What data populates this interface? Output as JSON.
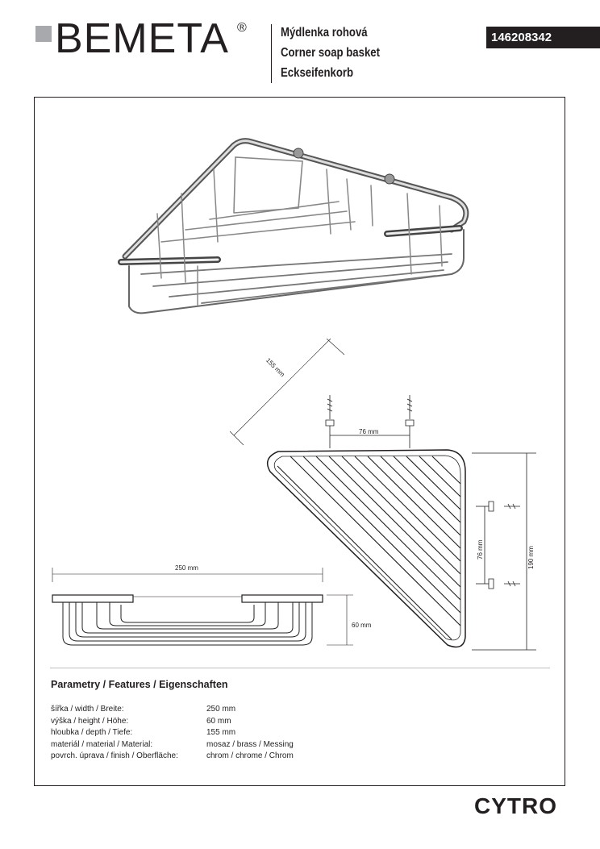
{
  "header": {
    "brand": "BEMETA",
    "registered_mark": "®",
    "title_cs": "Mýdlenka rohová",
    "title_en": "Corner soap basket",
    "title_de": "Eckseifenkorb",
    "product_code": "146208342"
  },
  "drawing": {
    "depth_dim": "155 mm",
    "mount_spacing_top": "76 mm",
    "mount_spacing_side": "76 mm",
    "height_side": "190 mm",
    "width_dim": "250 mm",
    "height_dim": "60 mm"
  },
  "features": {
    "heading": "Parametry / Features / Eigenschaften",
    "rows": [
      {
        "label": "šířka / width / Breite:",
        "value": "250 mm"
      },
      {
        "label": "výška / height / Höhe:",
        "value": "60 mm"
      },
      {
        "label": "hloubka / depth / Tiefe:",
        "value": "155 mm"
      },
      {
        "label": "materiál / material / Material:",
        "value": "mosaz / brass / Messing"
      },
      {
        "label": "povrch. úprava / finish / Oberfläche:",
        "value": "chrom / chrome / Chrom"
      }
    ]
  },
  "series": "CYTRO"
}
